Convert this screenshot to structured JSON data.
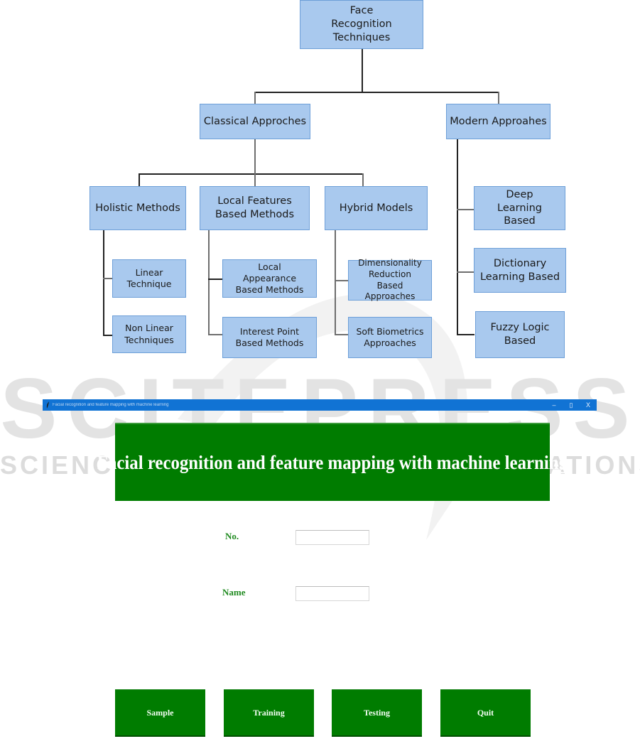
{
  "diagram": {
    "root": "Face Recognition Techniques",
    "branches": {
      "classical": "Classical Approches",
      "modern": "Modern Approahes"
    },
    "classical_children": {
      "holistic": "Holistic Methods",
      "local": "Local Features Based Methods",
      "hybrid": "Hybrid Models"
    },
    "holistic_children": [
      "Linear Technique",
      "Non Linear Techniques"
    ],
    "local_children": [
      "Local Appearance Based Methods",
      "Interest Point Based Methods"
    ],
    "hybrid_children": [
      "Dimensionality Reduction Based Approaches",
      "Soft Biometrics Approaches"
    ],
    "modern_children": [
      "Deep Learning Based",
      "Dictionary Learning Based",
      "Fuzzy Logic Based"
    ],
    "colors": {
      "node_fill": "#a9c9ee",
      "node_border": "#6d9fd8"
    }
  },
  "watermark": {
    "big": "SCITEPRESS",
    "small": "SCIENCE AND TECHNOLOGY PUBLICATIONS"
  },
  "app": {
    "window_title": "Facial recognition and feature mapping with machine learning",
    "controls": {
      "minimize": "–",
      "maximize": "▯",
      "close": "X"
    },
    "banner": "Facial recognition and feature mapping with machine learning",
    "fields": {
      "no_label": "No.",
      "no_value": "",
      "name_label": "Name",
      "name_value": ""
    },
    "buttons": [
      "Sample",
      "Training",
      "Testing",
      "Quit"
    ],
    "colors": {
      "primary_green": "#007c00",
      "label_green": "#1f8a1f",
      "titlebar_blue": "#1173d4"
    }
  }
}
